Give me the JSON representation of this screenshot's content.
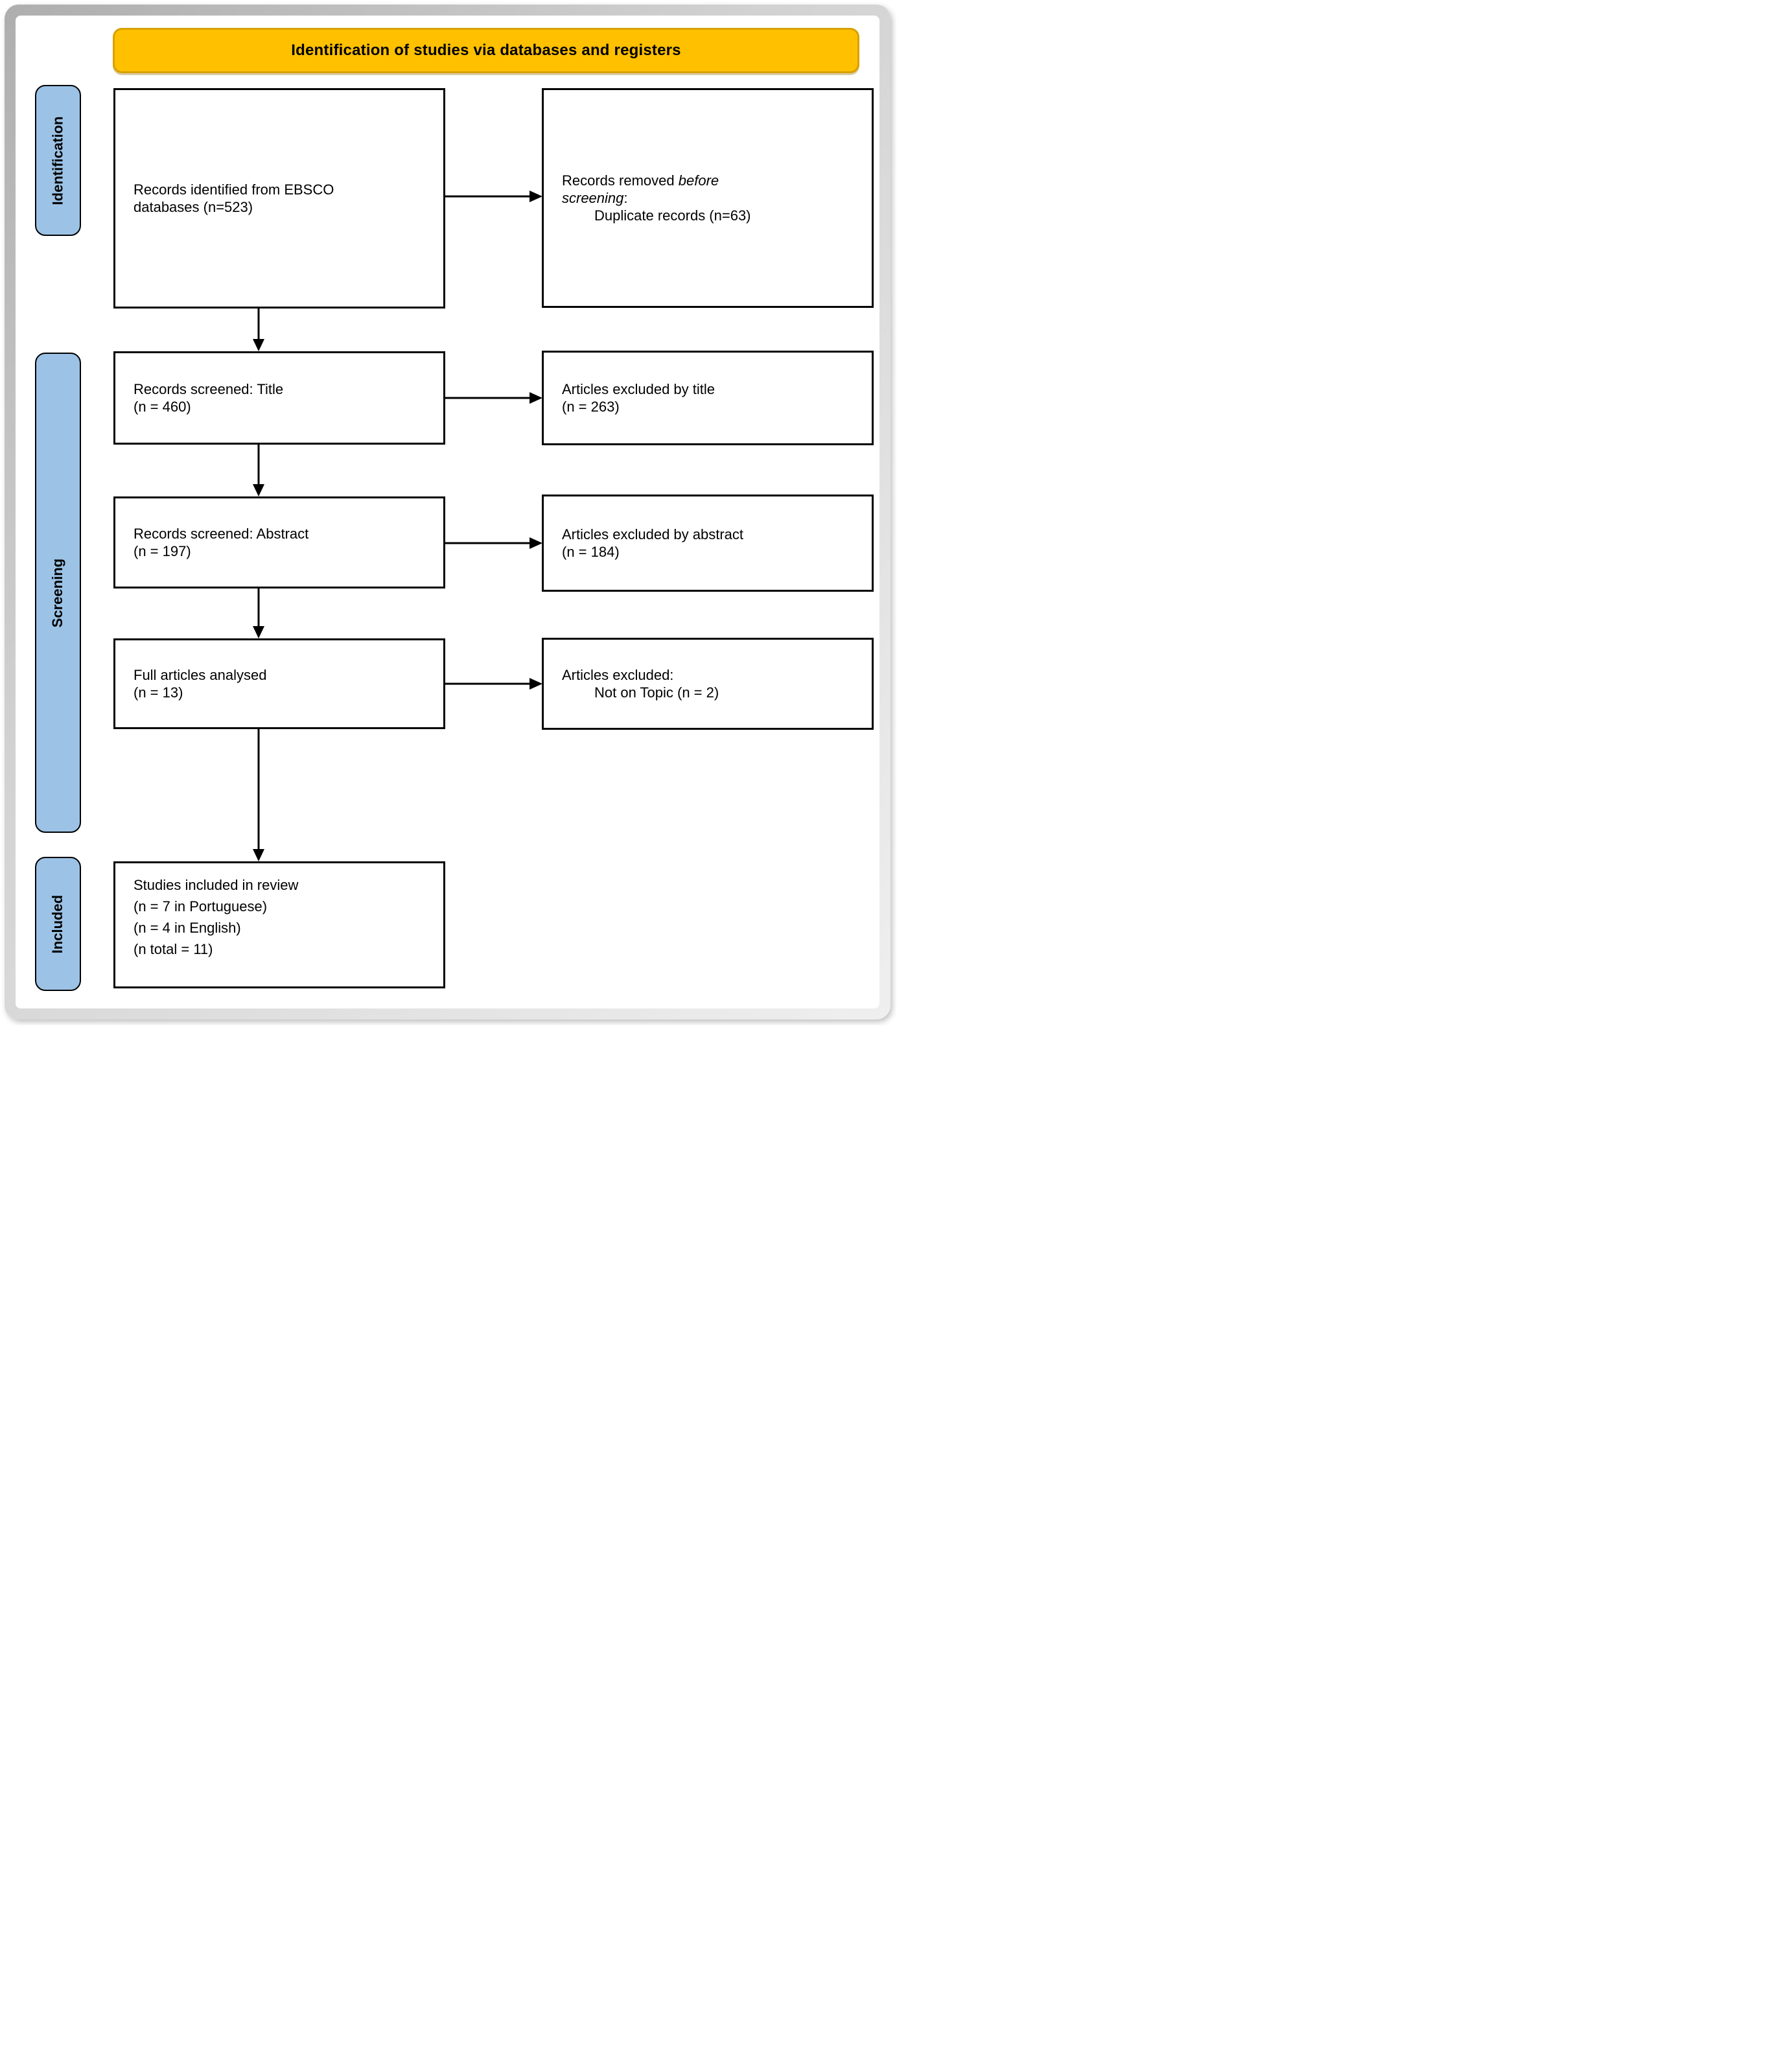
{
  "colors": {
    "banner_fill": "#FFC000",
    "banner_border": "#D7A100",
    "stage_fill": "#9CC3E6",
    "line_color": "#000000"
  },
  "banner": {
    "label": "Identification of studies via databases and registers"
  },
  "stages": [
    {
      "label": "Identification"
    },
    {
      "label": "Screening"
    },
    {
      "label": "Included"
    }
  ],
  "boxes": {
    "identified": {
      "line1": "Records identified from EBSCO",
      "line2": "databases (n=523)"
    },
    "removed": {
      "prefix": "Records removed ",
      "italic_line1": "before",
      "italic_line2": "screening",
      "suffix": ":",
      "detail": "Duplicate records (n=63)"
    },
    "screened_title": {
      "line1": "Records screened: Title",
      "line2": "(n = 460)"
    },
    "excluded_title": {
      "line1": "Articles excluded by title",
      "line2": "(n = 263)"
    },
    "screened_abstract": {
      "line1": "Records screened: Abstract",
      "line2": "(n = 197)"
    },
    "excluded_abstract": {
      "line1": "Articles excluded by abstract",
      "line2": "(n = 184)"
    },
    "full_analysed": {
      "line1": "Full articles analysed",
      "line2": "(n = 13)"
    },
    "excluded_full": {
      "line1": "Articles excluded:",
      "detail": "Not on Topic (n = 2)"
    },
    "included_review": {
      "line1": "Studies included in review",
      "line2": "(n = 7 in Portuguese)",
      "line3": "(n = 4 in English)",
      "line4": "(n total = 11)"
    }
  }
}
